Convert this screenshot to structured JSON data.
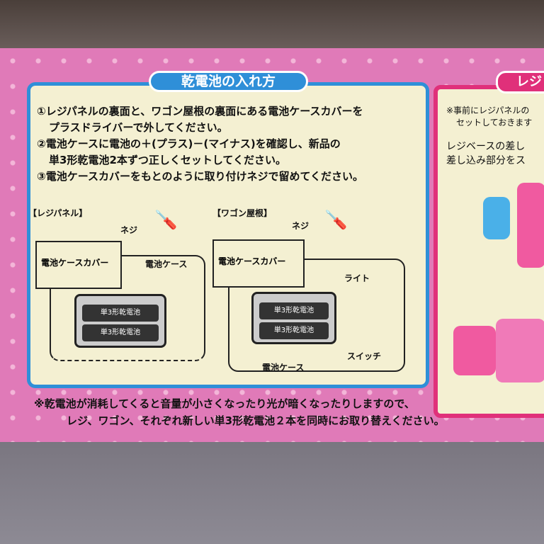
{
  "title": "乾電池の入れ方",
  "steps": [
    "①レジパネルの裏面と、ワゴン屋根の裏面にある電池ケースカバーを",
    "プラスドライバーで外してください。",
    "②電池ケースに電池の＋(プラス)－(マイナス)を確認し、新品の",
    "単3形乾電池2本ずつ正しくセットしてください。",
    "③電池ケースカバーをもとのように取り付けネジで留めてください。"
  ],
  "diagram_left": {
    "heading": "【レジパネル】",
    "screw": "ネジ",
    "cover": "電池ケースカバー",
    "case": "電池ケース",
    "battery": "単3形乾電池"
  },
  "diagram_right": {
    "heading": "【ワゴン屋根】",
    "screw": "ネジ",
    "cover": "電池ケースカバー",
    "light": "ライト",
    "switch": "スイッチ",
    "case": "電池ケース",
    "battery": "単3形乾電池"
  },
  "note": [
    "※乾電池が消耗してくると音量が小さくなったり光が暗くなったりしますので、",
    "レジ、ワゴン、それぞれ新しい単3形乾電池２本を同時にお取り替えください。"
  ],
  "right_panel": {
    "title": "レジ",
    "note": [
      "※事前にレジパネルの",
      "セットしておきます"
    ],
    "text": [
      "レジベースの差し",
      "差し込み部分をス"
    ]
  },
  "colors": {
    "box_pink": "#e07ab8",
    "panel_blue": "#2f8fd8",
    "panel_cream": "#f4f0d2",
    "accent_magenta": "#e0307a"
  }
}
